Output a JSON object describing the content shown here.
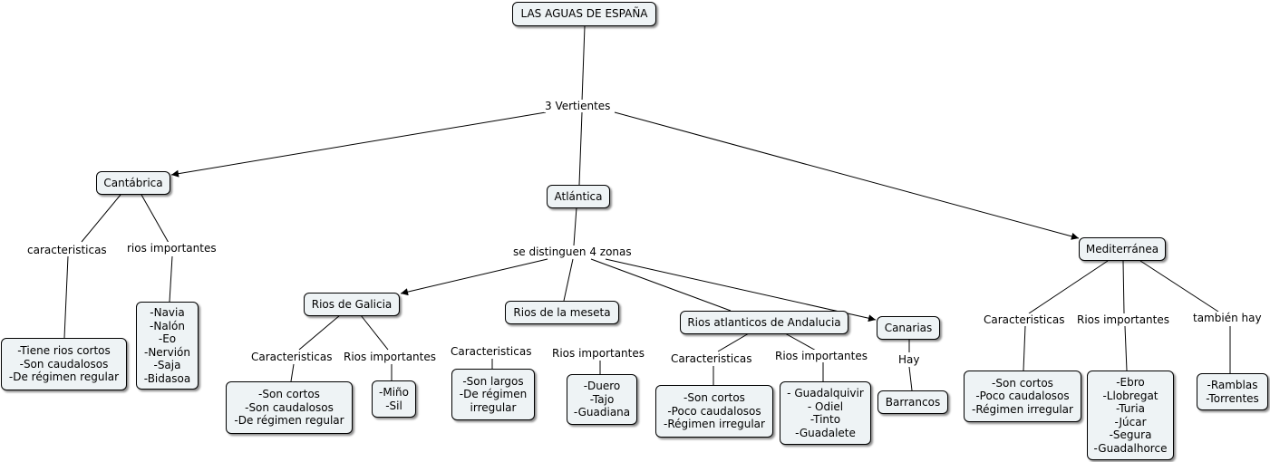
{
  "map": {
    "root": "LAS AGUAS DE ESPAÑA",
    "vertientes_label": "3 Vertientes",
    "cantabrica": {
      "title": "Cantábrica",
      "caracteristicas_label": "caracteristicas",
      "rios_label": "rios importantes",
      "caracteristicas_text": "-Tiene rios cortos\n-Son caudalosos\n-De régimen regular",
      "rios_text": "-Navia\n-Nalón\n-Eo\n-Nervión\n-Saja\n-Bidasoa"
    },
    "atlantica": {
      "title": "Atlántica",
      "zonas_label": "se distinguen 4 zonas",
      "galicia": {
        "title": "Rios de Galicia",
        "caracteristicas_label": "Caracteristicas",
        "rios_label": "Rios importantes",
        "caracteristicas_text": "-Son cortos\n-Son caudalosos\n-De régimen regular",
        "rios_text": "-Miño\n-Sil"
      },
      "meseta": {
        "title": "Rios de la meseta",
        "caracteristicas_label": "Caracteristicas",
        "rios_label": "Rios importantes",
        "caracteristicas_text": "-Son largos\n-De régimen\nirregular",
        "rios_text": "-Duero\n-Tajo\n-Guadiana"
      },
      "andalucia": {
        "title": "Rios atlanticos de Andalucia",
        "caracteristicas_label": "Caracteristicas",
        "rios_label": "Rios importantes",
        "caracteristicas_text": "-Son cortos\n-Poco caudalosos\n-Régimen irregular",
        "rios_text": "- Guadalquivir\n- Odiel\n-Tinto\n-Guadalete"
      },
      "canarias": {
        "title": "Canarias",
        "hay_label": "Hay",
        "barrancos": "Barrancos"
      }
    },
    "mediterranea": {
      "title": "Mediterránea",
      "caracteristicas_label": "Caracteristicas",
      "rios_label": "Rios importantes",
      "tambien_label": "también hay",
      "caracteristicas_text": "-Son cortos\n-Poco caudalosos\n-Régimen irregular",
      "rios_text": "-Ebro\n-Llobregat\n-Turia\n-Júcar\n-Segura\n-Guadalhorce",
      "tambien_text": "-Ramblas\n-Torrentes"
    }
  }
}
